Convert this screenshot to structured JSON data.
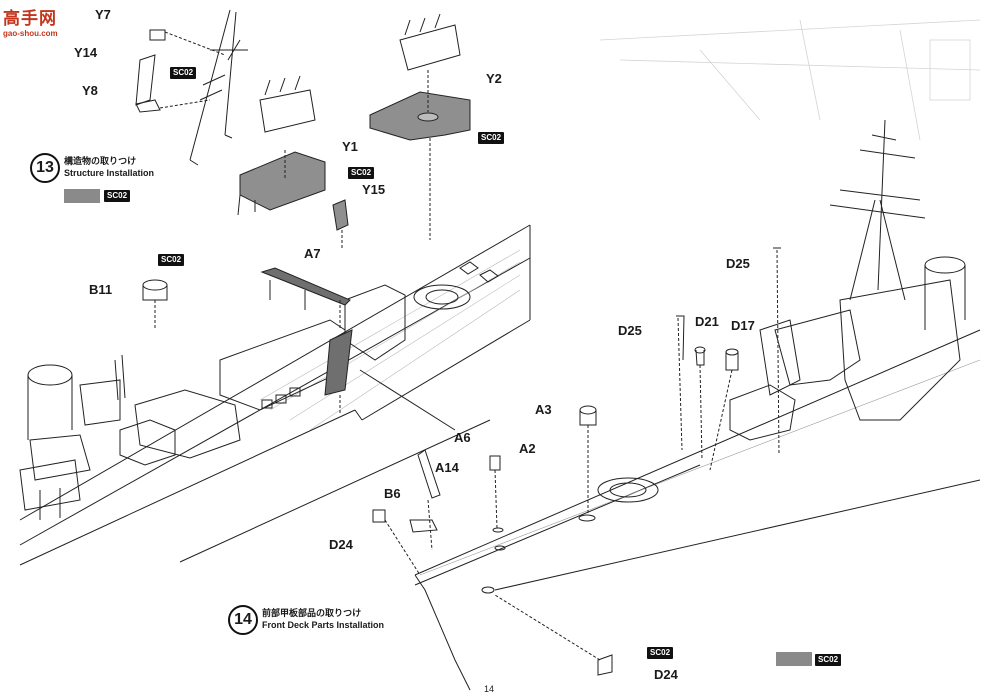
{
  "watermark": {
    "title": "高手网",
    "url": "gao-shou.com"
  },
  "steps": {
    "step13": {
      "number": "13",
      "jp": "構造物の取りつけ",
      "en": "Structure Installation"
    },
    "step14": {
      "number": "14",
      "jp": "前部甲板部品の取りつけ",
      "en": "Front Deck Parts Installation"
    }
  },
  "legend": {
    "color_code": "SC02"
  },
  "parts": {
    "y7": "Y7",
    "y14": "Y14",
    "y8": "Y8",
    "y2": "Y2",
    "y1": "Y1",
    "y15": "Y15",
    "a7": "A7",
    "b11": "B11",
    "a6": "A6",
    "d25_right": "D25",
    "d25_left": "D25",
    "d21": "D21",
    "d17": "D17",
    "a3": "A3",
    "a2": "A2",
    "a14": "A14",
    "b6": "B6",
    "d24_left": "D24",
    "d24_bottom": "D24"
  },
  "chips": {
    "c_y14": "SC02",
    "c_y2": "SC02",
    "c_y15": "SC02",
    "c_b11": "SC02",
    "c_d24": "SC02",
    "c_leg13": "SC02",
    "c_leg14": "SC02"
  },
  "page_number": "14"
}
